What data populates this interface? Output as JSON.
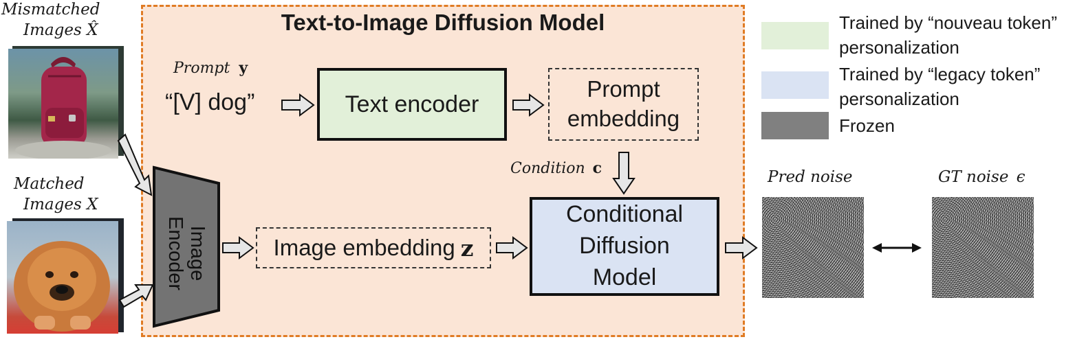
{
  "mismatched": {
    "label_line1": "Mismatched",
    "label_line2": "Images",
    "symbol": "X̂"
  },
  "matched": {
    "label_line1": "Matched",
    "label_line2": "Images",
    "symbol": "X"
  },
  "model_title": "Text-to-Image Diffusion Model",
  "prompt": {
    "label": "Prompt",
    "symbol": "y",
    "text": "“[V] dog”"
  },
  "text_encoder": "Text encoder",
  "prompt_embedding": {
    "line1": "Prompt",
    "line2": "embedding"
  },
  "condition": {
    "label": "Condition",
    "symbol": "c"
  },
  "image_encoder": {
    "line1": "Image",
    "line2": "Encoder"
  },
  "image_embedding": {
    "label": "Image embedding",
    "symbol": "z"
  },
  "cond_model": {
    "line1": "Conditional",
    "line2": "Diffusion",
    "line3": "Model"
  },
  "pred_noise": "Pred noise",
  "gt_noise": {
    "label": "GT noise",
    "symbol": "ϵ"
  },
  "legend": [
    {
      "line1": "Trained by “nouveau token”",
      "line2": "personalization",
      "color": "#e2f0d9"
    },
    {
      "line1": "Trained by “legacy token”",
      "line2": "personalization",
      "color": "#dae3f3"
    },
    {
      "line1": "Frozen",
      "line2": "",
      "color": "#808080"
    }
  ],
  "colors": {
    "panel": "#fbe5d6",
    "panel_border": "#e07b24",
    "encoder_fill": "#737373",
    "arrow_fill": "#e6e6e6"
  }
}
